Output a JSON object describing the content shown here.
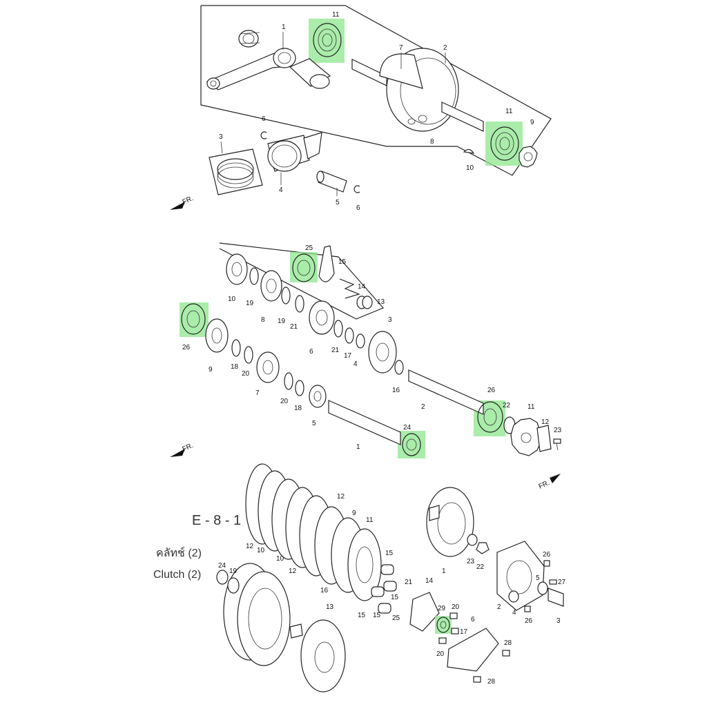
{
  "colors": {
    "highlight": "#8ee68e",
    "line": "#222222"
  },
  "direction_marker": "FR.",
  "caption": {
    "code": "E - 8 - 1",
    "thai": "คลัทช์ (2)",
    "english": "Clutch (2)"
  },
  "crankshaft": {
    "labels": [
      "1",
      "2",
      "3",
      "4",
      "5",
      "6",
      "6",
      "7",
      "8",
      "9",
      "10",
      "11",
      "11"
    ]
  },
  "transmission": {
    "labels": [
      "1",
      "2",
      "3",
      "4",
      "5",
      "6",
      "7",
      "8",
      "9",
      "10",
      "11",
      "12",
      "13",
      "14",
      "15",
      "16",
      "17",
      "18",
      "18",
      "19",
      "19",
      "20",
      "20",
      "21",
      "21",
      "22",
      "23",
      "24",
      "25",
      "26",
      "26"
    ]
  },
  "clutch": {
    "labels": [
      "1",
      "2",
      "3",
      "4",
      "5",
      "6",
      "9",
      "10",
      "11",
      "12",
      "12",
      "12",
      "13",
      "14",
      "15",
      "15",
      "15",
      "15",
      "16",
      "17",
      "19",
      "20",
      "20",
      "21",
      "22",
      "23",
      "24",
      "25",
      "26",
      "26",
      "27",
      "28",
      "28",
      "29"
    ]
  }
}
